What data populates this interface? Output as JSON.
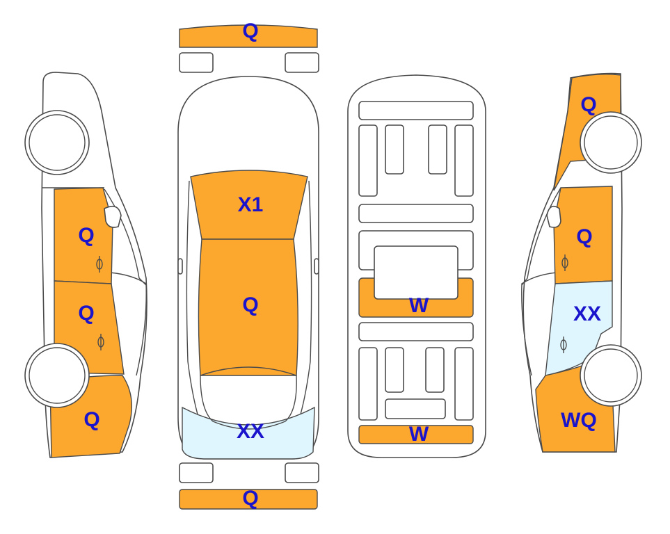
{
  "colors": {
    "damage_fill": "#FCA72E",
    "repair_fill": "#E0F6FE",
    "label": "#1A14CC",
    "outline": "#4A4A4A"
  },
  "labels": {
    "front_bumper": "Q",
    "hood": "X1",
    "roof": "Q",
    "trunk_glass": "XX",
    "rear_bumper": "Q",
    "left_front_door": "Q",
    "left_rear_door": "Q",
    "left_rear_fender": "Q",
    "interior_middle": "W",
    "interior_rear": "W",
    "right_front_fender": "Q",
    "right_front_door": "Q",
    "right_rear_door": "XX",
    "right_rear_fender": "WQ"
  }
}
